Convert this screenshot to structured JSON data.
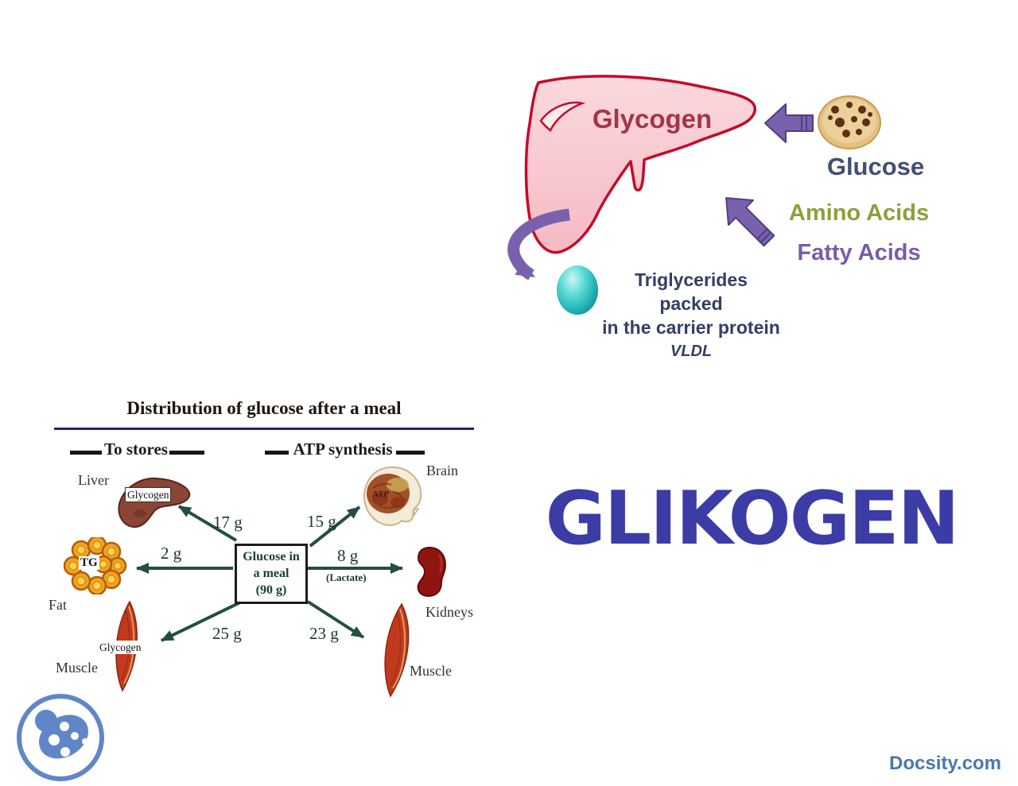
{
  "slide": {
    "main_title": "GLIKOGEN",
    "watermark": "Docsity.com"
  },
  "colors": {
    "main_title": "#3c3ca6",
    "watermark": "#4779ad",
    "logo": "#6186c8",
    "liver_fill": "#f8c9cf",
    "liver_outline": "#c50b2a",
    "glycogen_text": "#a23648",
    "glucose_text": "#414f72",
    "amino_acids_text": "#8f9e3e",
    "fatty_acids_text": "#7a5ca8",
    "vldl_text": "#333f63",
    "purple_arrow": "#7a61ae",
    "flow_arrow": "#234f41",
    "divider_line": "#232379",
    "vldl_sphere": "#23b3b7"
  },
  "liver_panel": {
    "liver_label": "Glycogen",
    "glucose_label": "Glucose",
    "amino_acids_label": "Amino Acids",
    "fatty_acids_label": "Fatty Acids",
    "vldl_caption_line1": "Triglycerides packed",
    "vldl_caption_line2": "in the carrier protein",
    "vldl_caption_line3": "VLDL"
  },
  "distribution_panel": {
    "title": "Distribution of glucose after a meal",
    "left_header": "To stores",
    "right_header": "ATP synthesis",
    "center_box": {
      "line1": "Glucose in",
      "line2": "a meal",
      "line3": "(90 g)"
    },
    "labels": {
      "liver": "Liver",
      "liver_glycogen": "Glycogen",
      "brain": "Brain",
      "brain_atp": "ATP",
      "tg": "TG",
      "fat": "Fat",
      "kidneys": "Kidneys",
      "muscle_left_glycogen": "Glycogen",
      "muscle_left": "Muscle",
      "muscle_right": "Muscle",
      "lactate": "(Lactate)"
    },
    "amounts": {
      "to_liver_glycogen": "17 g",
      "to_brain": "15 g",
      "to_fat_tg": "2 g",
      "to_kidneys": "8 g",
      "to_muscle_glycogen": "25 g",
      "to_muscle": "23 g"
    }
  }
}
